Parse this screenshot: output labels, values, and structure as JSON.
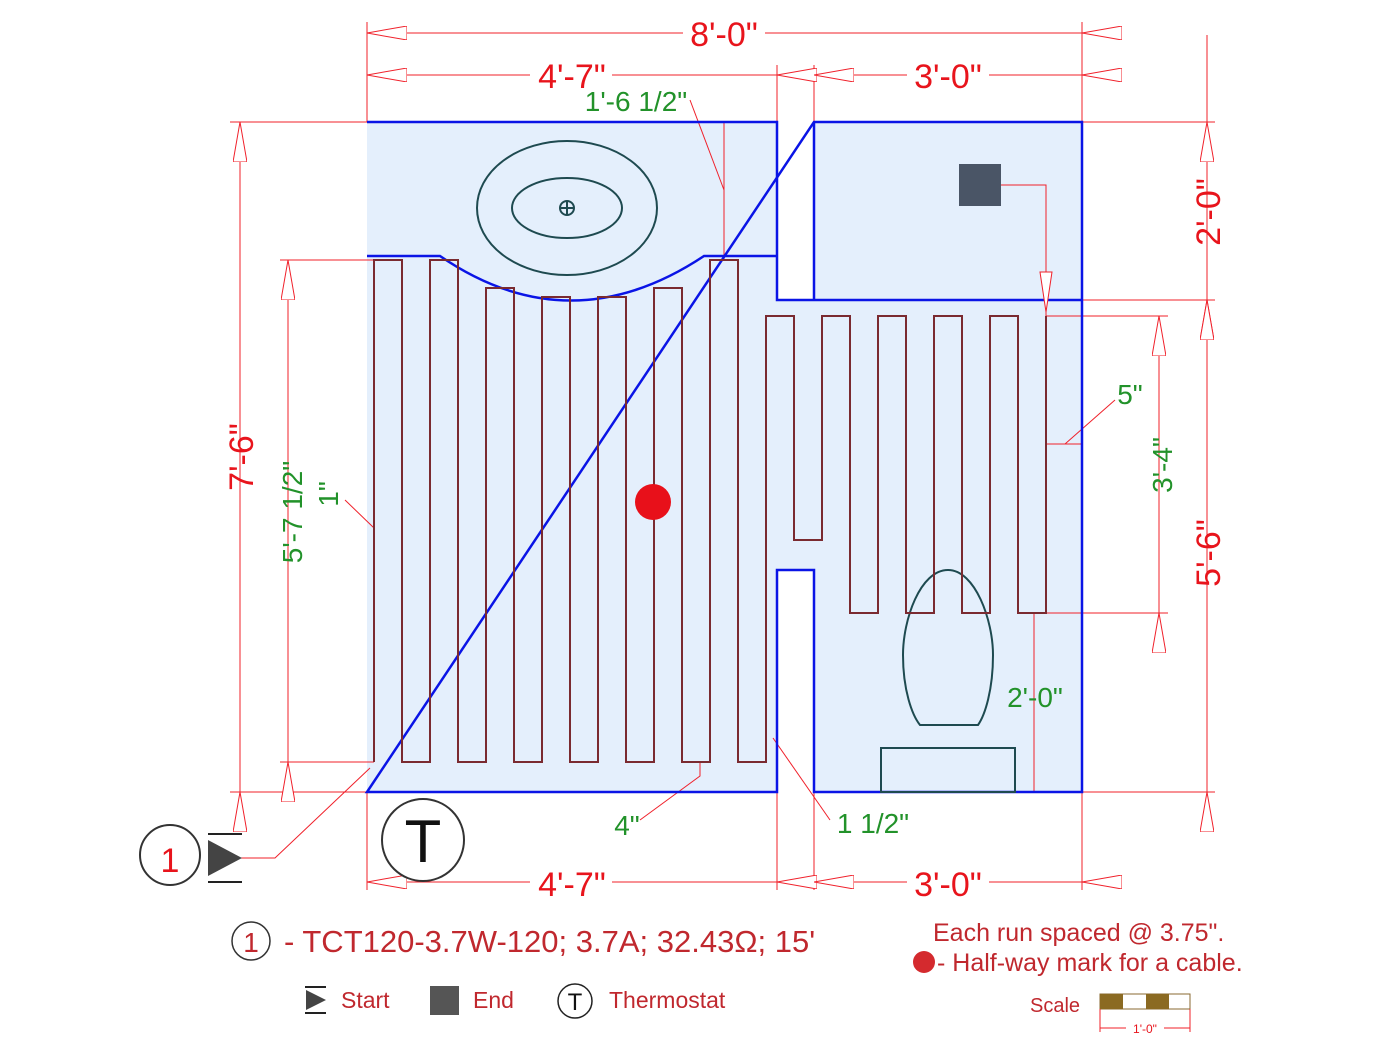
{
  "dimensions": {
    "overall_width": "8'-0\"",
    "left_top_width": "4'-7\"",
    "right_top_width": "3'-0\"",
    "left_bottom_width": "4'-7\"",
    "right_bottom_width": "3'-0\"",
    "overall_height": "7'-6\"",
    "upper_right_height": "2'-0\"",
    "lower_right_height": "5'-6\"",
    "left_run_height": "5'-7 1/2\"",
    "right_run_height": "3'-4\"",
    "vanity_offset": "1'-6 1/2\"",
    "wall_offset_left": "1\"",
    "wall_offset_right": "5\"",
    "bottom_offset": "4\"",
    "corridor_offset": "1 1/2\"",
    "toilet_clearance": "2'-0\""
  },
  "symbols": {
    "cable_number": "1",
    "thermostat": "T"
  },
  "legend": {
    "cable_number": "1",
    "cable_spec": "- TCT120-3.7W-120; 3.7A; 32.43Ω; 15'",
    "start_label": "Start",
    "end_label": "End",
    "thermostat_symbol": "T",
    "thermostat_label": "Thermostat",
    "spacing_note": "Each run spaced @ 3.75\".",
    "halfway_note": "- Half-way mark for a cable.",
    "scale_label": "Scale",
    "scale_value": "1'-0\""
  },
  "colors": {
    "wall": "#0a14e6",
    "floor": "#e4effc",
    "cable": "#7a2a30",
    "dimension": "#f0202a",
    "dimension_text_green": "#22922a",
    "halfway_mark": "#e8101a"
  }
}
